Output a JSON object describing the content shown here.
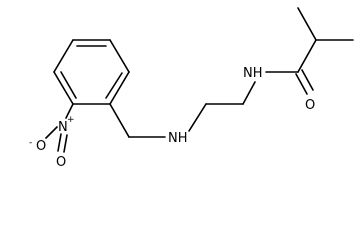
{
  "molecule": {
    "atoms": {
      "nh_amine": "NH",
      "nh_amide": "NH",
      "o_carbonyl": "O",
      "n_nitro": "N",
      "n_nitro_charge": "+",
      "o_nitro_double": "O",
      "o_nitro_anion": "O",
      "o_nitro_anion_charge": "-"
    }
  }
}
